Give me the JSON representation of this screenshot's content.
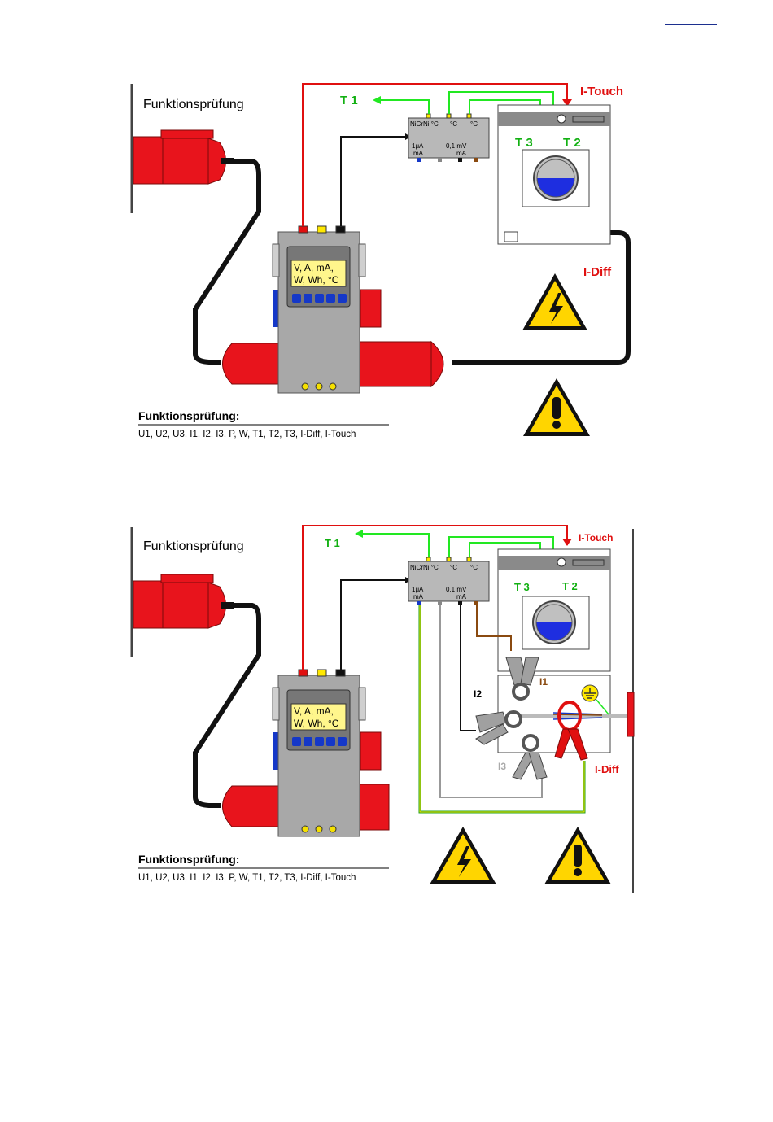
{
  "diagram1": {
    "heading": "Funktionsprüfung",
    "t1": "T 1",
    "t2": "T 2",
    "t3": "T 3",
    "i_touch": "I-Touch",
    "i_diff": "I-Diff",
    "display_line1": "V, A, mA,",
    "display_line2": "W, Wh, °C",
    "adapter_nicrni": "NiCrNi °C",
    "adapter_c1": "°C",
    "adapter_c2": "°C",
    "adapter_ua": "1μA",
    "adapter_ma1": "mA",
    "adapter_mv": "0,1 mV",
    "adapter_ma2": "mA",
    "footer_title": "Funktionsprüfung:",
    "footer_list": "U1, U2, U3, I1, I2, I3, P, W, T1, T2, T3, I-Diff, I-Touch"
  },
  "diagram2": {
    "heading": "Funktionsprüfung",
    "t1": "T 1",
    "t2": "T 2",
    "t3": "T 3",
    "i_touch": "I-Touch",
    "i_diff": "I-Diff",
    "i1": "I1",
    "i2": "I2",
    "i3": "I3",
    "display_line1": "V, A, mA,",
    "display_line2": "W, Wh, °C",
    "adapter_nicrni": "NiCrNi °C",
    "adapter_c1": "°C",
    "adapter_c2": "°C",
    "adapter_ua": "1μA",
    "adapter_ma1": "mA",
    "adapter_mv": "0,1 mV",
    "adapter_ma2": "mA",
    "footer_title": "Funktionsprüfung:",
    "footer_list": "U1, U2, U3, I1, I2, I3, P, W, T1, T2, T3, I-Diff, I-Touch"
  },
  "colors": {
    "plug_red": "#e8141c",
    "probe_green": "#22e822",
    "label_green": "#12b012",
    "wire_red": "#e01010",
    "device_gray": "#a8a8a8",
    "display_yellow": "#fff68c",
    "button_blue": "#1538c8",
    "water_blue": "#1e2ee0",
    "warning_yellow": "#ffd500"
  },
  "icons": [
    "plug-icon",
    "warning-high-voltage-icon",
    "warning-exclamation-icon",
    "ground-symbol-icon",
    "current-clamp-icon"
  ]
}
